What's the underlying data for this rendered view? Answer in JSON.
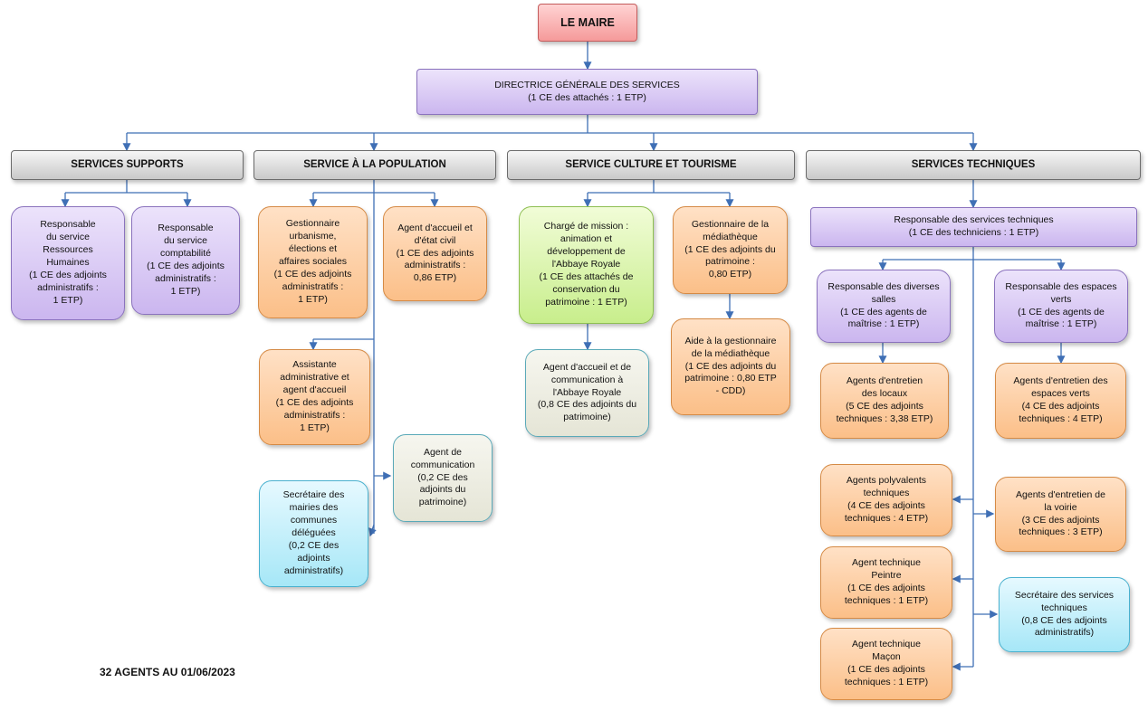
{
  "maire": "LE MAIRE",
  "dgs": "DIRECTRICE GÉNÉRALE DES SERVICES\n(1 CE des attachés : 1 ETP)",
  "headers": {
    "supports": "SERVICES SUPPORTS",
    "population": "SERVICE À LA POPULATION",
    "culture": "SERVICE CULTURE ET TOURISME",
    "techniques": "SERVICES TECHNIQUES"
  },
  "supports": {
    "rh": "Responsable\ndu service\nRessources\nHumaines\n(1 CE des adjoints\nadministratifs :\n1 ETP)",
    "compta": "Responsable\ndu service\ncomptabilité\n(1 CE des adjoints\nadministratifs :\n1 ETP)"
  },
  "population": {
    "urbanisme": "Gestionnaire\nurbanisme,\nélections et\naffaires sociales\n(1 CE des adjoints\nadministratifs :\n1 ETP)",
    "accueil_etat_civil": "Agent d'accueil  et\nd'état civil\n(1 CE des adjoints\nadministratifs :\n0,86 ETP)",
    "assistante": "Assistante\nadministrative et\nagent d'accueil\n(1 CE des adjoints\nadministratifs :\n1 ETP)",
    "communication": "Agent de\ncommunication\n(0,2 CE des\nadjoints du\npatrimoine)",
    "secretaire_mairies": "Secrétaire des\nmairies des\ncommunes\ndéléguées\n(0,2 CE des\nadjoints\nadministratifs)"
  },
  "culture": {
    "charge_mission": "Chargé de mission :\nanimation et\ndéveloppement de\nl'Abbaye Royale\n(1 CE des attachés de\nconservation du\npatrimoine : 1 ETP)",
    "gestionnaire_mediatheque": "Gestionnaire de la\nmédiathèque\n(1 CE des adjoints du\npatrimoine :\n0,80 ETP)",
    "agent_abbaye": "Agent d'accueil et de\ncommunication à\nl'Abbaye Royale\n(0,8 CE des adjoints du\npatrimoine)",
    "aide_mediatheque": "Aide à la gestionnaire\nde la médiathèque\n(1 CE des adjoints du\npatrimoine : 0,80 ETP\n- CDD)"
  },
  "techniques": {
    "responsable": "Responsable des services techniques\n(1 CE des techniciens : 1 ETP)",
    "salles": "Responsable des diverses\nsalles\n(1 CE des agents de\nmaîtrise : 1 ETP)",
    "espaces_verts": "Responsable des espaces\nverts\n(1 CE des agents de\nmaîtrise : 1 ETP)",
    "entretien_locaux": "Agents d'entretien\ndes locaux\n(5 CE des adjoints\ntechniques : 3,38 ETP)",
    "entretien_espaces_verts": "Agents d'entretien des\nespaces verts\n(4 CE des adjoints\ntechniques : 4 ETP)",
    "polyvalents": "Agents polyvalents\ntechniques\n(4 CE des adjoints\ntechniques : 4 ETP)",
    "voirie": "Agents d'entretien     de\nla voirie\n(3 CE des adjoints\ntechniques : 3 ETP)",
    "peintre": "Agent technique\nPeintre\n(1 CE des adjoints\ntechniques : 1 ETP)",
    "secretaire_st": "Secrétaire des services\ntechniques\n(0,8 CE des adjoints\nadministratifs)",
    "macon": "Agent technique\nMaçon\n(1 CE des adjoints\ntechniques : 1 ETP)"
  },
  "footer": "32  AGENTS AU 01/06/2023",
  "colors": {
    "connector": "#3f6fb5",
    "purple": "#cbb6ef",
    "orange": "#fbbf88",
    "green": "#c8ee8c",
    "cyan": "#a6e7f7",
    "red": "#f59a9a"
  }
}
